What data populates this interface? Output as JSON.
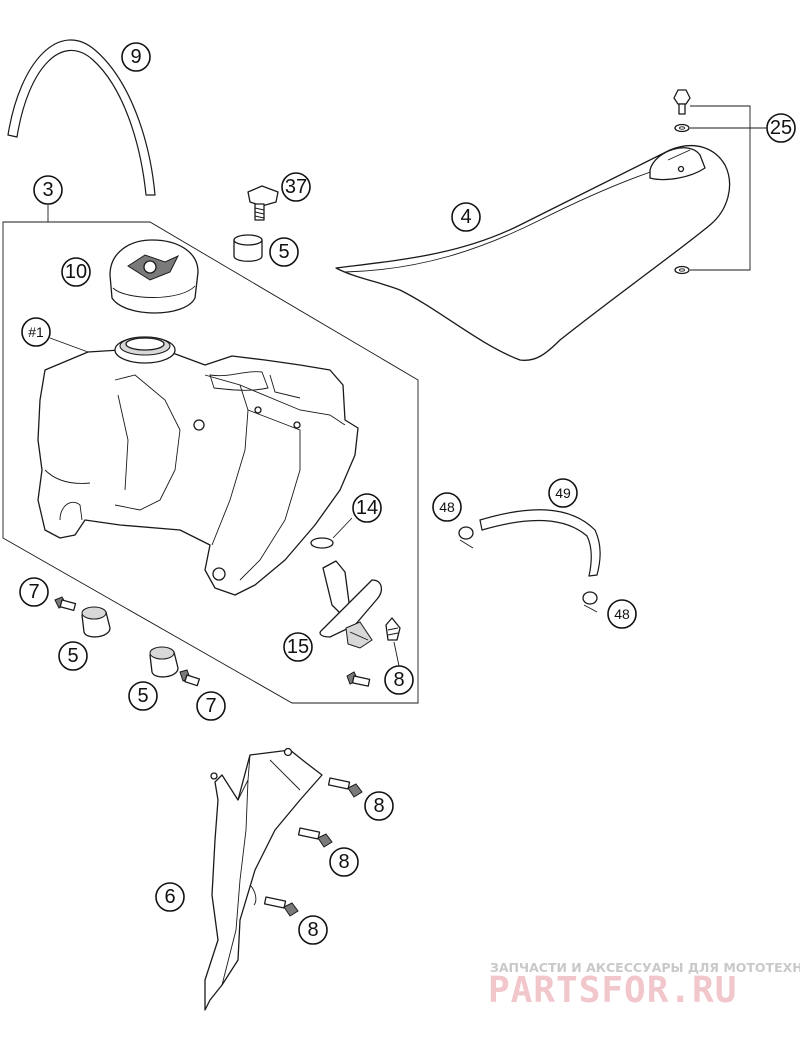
{
  "callouts": {
    "c9": "9",
    "c3": "3",
    "c37": "37",
    "c5a": "5",
    "c10": "10",
    "c1": "#1",
    "c25": "25",
    "c4": "4",
    "c14": "14",
    "c48a": "48",
    "c49": "49",
    "c48b": "48",
    "c7a": "7",
    "c5b": "5",
    "c5c": "5",
    "c7b": "7",
    "c15": "15",
    "c8a": "8",
    "c8b": "8",
    "c8c": "8",
    "c8d": "8",
    "c6": "6"
  },
  "watermark": {
    "tagline": "ЗАПЧАСТИ И АКСЕССУАРЫ ДЛЯ МОТОТЕХНИКИ",
    "brand": "PARTSFOR.RU"
  }
}
